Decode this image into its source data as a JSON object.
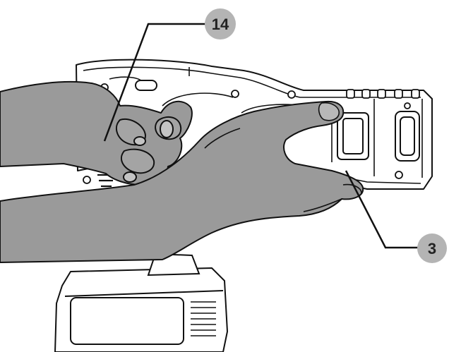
{
  "callouts": [
    {
      "id": "14",
      "text": "14"
    },
    {
      "id": "3",
      "text": "3"
    }
  ],
  "colors": {
    "hand_fill": "#9a9a9a",
    "outline": "#111111",
    "bubble_fill": "#b4b4b4",
    "tool_fill": "#ffffff"
  }
}
